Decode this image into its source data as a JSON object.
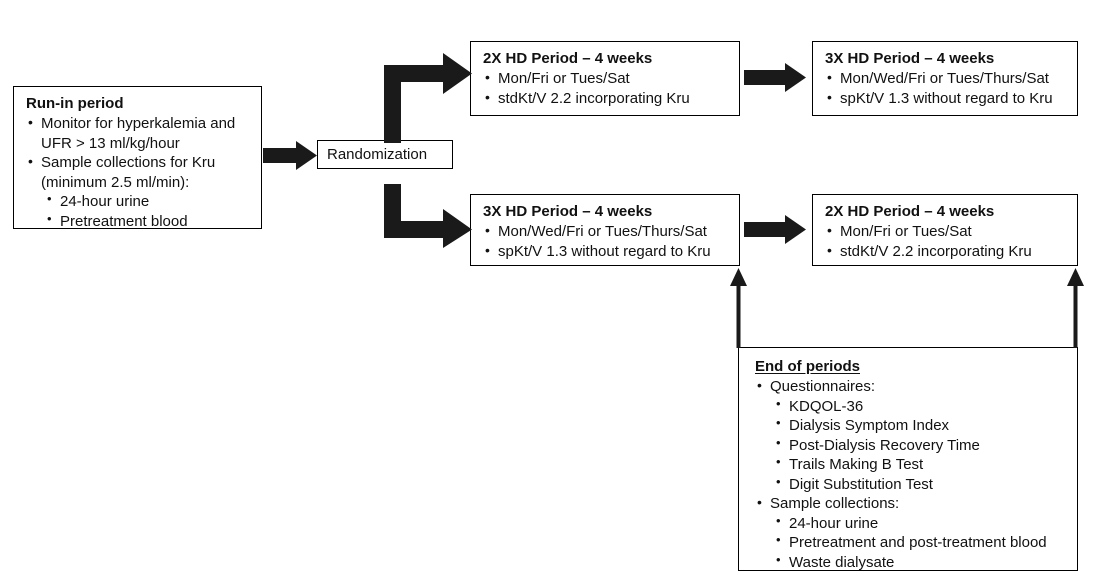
{
  "diagram": {
    "title": "Dialysis study crossover design flowchart",
    "colors": {
      "line": "#000000",
      "arrow": "#1a1a1a",
      "background": "#ffffff",
      "text": "#111111"
    },
    "boxes": {
      "run_in": {
        "title": "Run-in period",
        "items": [
          "Monitor for hyperkalemia and",
          "UFR > 13 ml/kg/hour",
          "Sample collections for Kru",
          "(minimum 2.5 ml/min):"
        ],
        "item1_line1": "Monitor for hyperkalemia and",
        "item1_line2": "UFR > 13 ml/kg/hour",
        "item2_line1": "Sample collections for Kru",
        "item2_line2": "(minimum 2.5 ml/min):",
        "subitems": [
          "24-hour urine",
          "Pretreatment blood"
        ]
      },
      "randomization": {
        "label": "Randomization"
      },
      "period1_arm_a": {
        "title": "2X HD Period – 4 weeks",
        "items": [
          "Mon/Fri or Tues/Sat",
          "stdKt/V 2.2 incorporating Kru"
        ]
      },
      "period2_arm_a": {
        "title": "3X HD Period – 4 weeks",
        "items": [
          "Mon/Wed/Fri or Tues/Thurs/Sat",
          "spKt/V 1.3 without regard to Kru"
        ]
      },
      "period1_arm_b": {
        "title": "3X HD Period – 4 weeks",
        "items": [
          "Mon/Wed/Fri or Tues/Thurs/Sat",
          "spKt/V 1.3 without regard to Kru"
        ]
      },
      "period2_arm_b": {
        "title": "2X HD Period – 4 weeks",
        "items": [
          "Mon/Fri or Tues/Sat",
          "stdKt/V 2.2 incorporating Kru"
        ]
      },
      "end_of_periods": {
        "title": "End of periods",
        "group1_label": "Questionnaires:",
        "group1_items": [
          "KDQOL-36",
          "Dialysis Symptom Index",
          "Post-Dialysis Recovery Time",
          "Trails Making B Test",
          "Digit Substitution Test"
        ],
        "group2_label": "Sample collections:",
        "group2_items": [
          "24-hour urine",
          "Pretreatment and post-treatment blood",
          "Waste dialysate"
        ]
      }
    },
    "arrows": {
      "runin_to_randomization": "arrow-right-thick",
      "randomization_to_period1_arm_a": "arrow-elbow-up-right-thick",
      "randomization_to_period1_arm_b": "arrow-elbow-down-right-thick",
      "period1a_to_period2a": "arrow-right-thick",
      "period1b_to_period2b": "arrow-right-thick",
      "endperiods_to_period1b": "arrow-up-thin",
      "endperiods_to_period2b": "arrow-up-thin"
    }
  }
}
